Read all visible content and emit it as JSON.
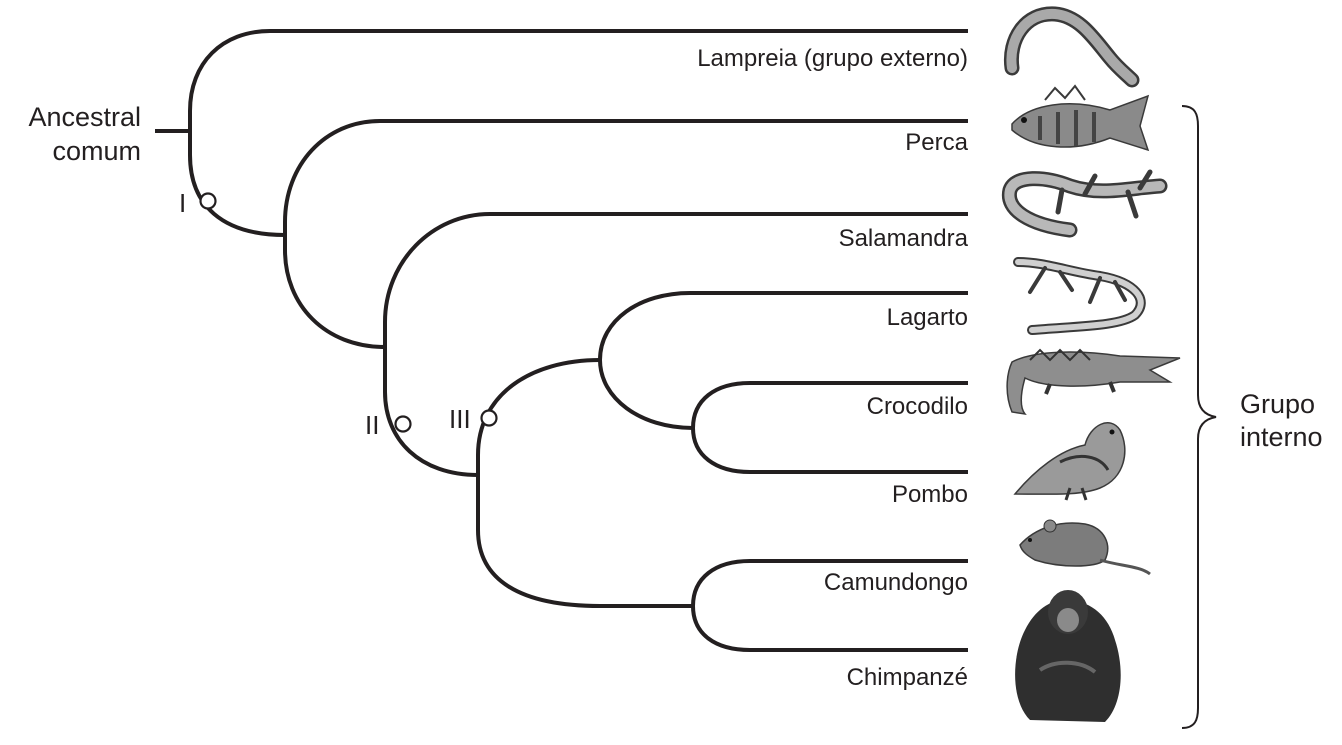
{
  "root_label": [
    "Ancestral",
    "comum"
  ],
  "node_labels": {
    "n1": "I",
    "n2": "II",
    "n3": "III"
  },
  "taxa": [
    {
      "id": "lampreia",
      "label": "Lampreia (grupo externo)",
      "icon": "lamprey-icon"
    },
    {
      "id": "perca",
      "label": "Perca",
      "icon": "perch-fish-icon"
    },
    {
      "id": "salamandra",
      "label": "Salamandra",
      "icon": "salamander-icon"
    },
    {
      "id": "lagarto",
      "label": "Lagarto",
      "icon": "lizard-icon"
    },
    {
      "id": "crocodilo",
      "label": "Crocodilo",
      "icon": "crocodile-icon"
    },
    {
      "id": "pombo",
      "label": "Pombo",
      "icon": "pigeon-icon"
    },
    {
      "id": "camundongo",
      "label": "Camundongo",
      "icon": "mouse-icon"
    },
    {
      "id": "chimpanze",
      "label": "Chimpanzé",
      "icon": "chimpanzee-icon"
    }
  ],
  "ingroup_label": [
    "Grupo",
    "interno"
  ],
  "colors": {
    "line": "#231f20",
    "background": "#ffffff"
  }
}
